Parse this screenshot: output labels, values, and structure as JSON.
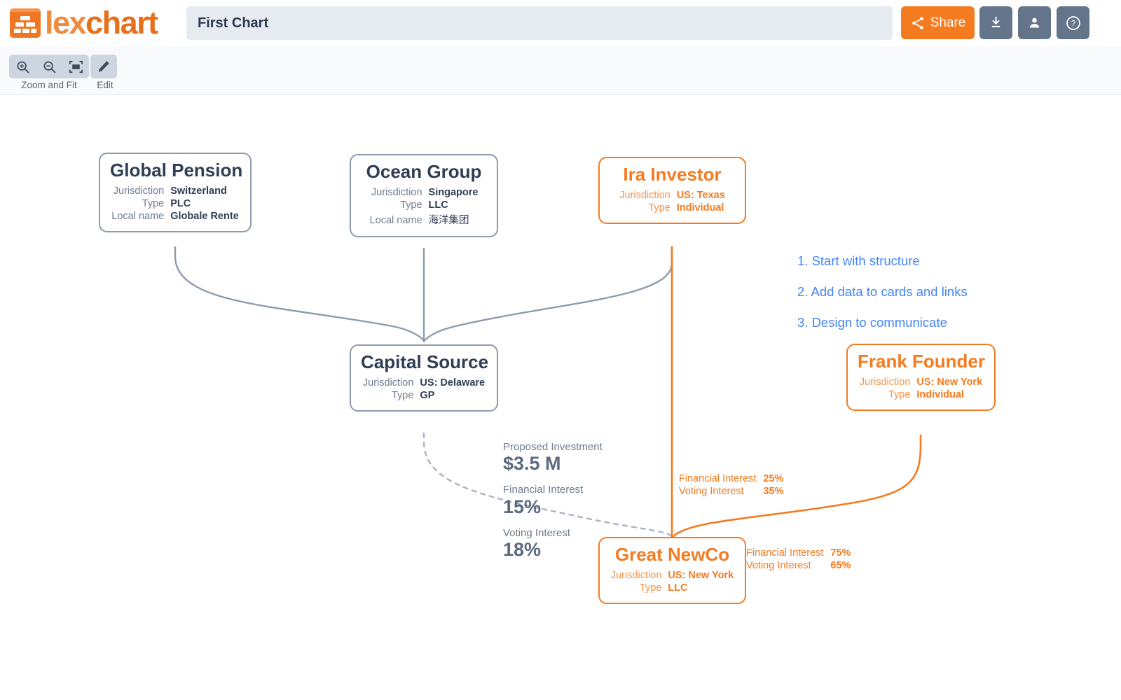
{
  "app": {
    "logo_text_part1": "lex",
    "logo_text_part2": "chart",
    "logo_icon": "lexchart-brick-logo-icon"
  },
  "header": {
    "chart_title_value": "First Chart",
    "chart_title_placeholder": "Chart name",
    "share_label": "Share",
    "share_icon": "share-nodes-icon",
    "download_icon": "download-icon",
    "account_icon": "user-person-icon",
    "help_icon": "question-circle-icon",
    "share_color": "#f47b20",
    "button_color": "#64748b"
  },
  "toolbar": {
    "zoom_in_icon": "magnifier-plus-icon",
    "zoom_out_icon": "magnifier-minus-icon",
    "fit_icon": "fit-to-screen-icon",
    "edit_icon": "pencil-edit-icon",
    "zoom_and_fit_label": "Zoom and Fit",
    "edit_label": "Edit"
  },
  "steps": [
    "1. Start with structure",
    "2. Add data to cards and links",
    "3. Design to communicate"
  ],
  "chart_data": {
    "type": "diagram",
    "title": "First Chart",
    "subtype": "corporate-ownership-structure-chart",
    "colors": {
      "neutral": "#8f9bac",
      "neutral_text": "#2f3e52",
      "accent": "#f47b20",
      "steps": "#4285f4"
    },
    "nodes": [
      {
        "id": "global-pension",
        "name": "Global Pension",
        "color": "neutral",
        "fields": [
          {
            "label": "Jurisdiction",
            "value": "Switzerland"
          },
          {
            "label": "Type",
            "value": "PLC"
          },
          {
            "label": "Local name",
            "value": "Globale Rente"
          }
        ]
      },
      {
        "id": "ocean-group",
        "name": "Ocean Group",
        "color": "neutral",
        "fields": [
          {
            "label": "Jurisdiction",
            "value": "Singapore"
          },
          {
            "label": "Type",
            "value": "LLC"
          },
          {
            "label": "Local name",
            "value": "海洋集团"
          }
        ]
      },
      {
        "id": "ira-investor",
        "name": "Ira Investor",
        "color": "accent",
        "fields": [
          {
            "label": "Jurisdiction",
            "value": "US: Texas"
          },
          {
            "label": "Type",
            "value": "Individual"
          }
        ]
      },
      {
        "id": "capital-source",
        "name": "Capital Source",
        "color": "neutral",
        "fields": [
          {
            "label": "Jurisdiction",
            "value": "US: Delaware"
          },
          {
            "label": "Type",
            "value": "GP"
          }
        ]
      },
      {
        "id": "frank-founder",
        "name": "Frank Founder",
        "color": "accent",
        "fields": [
          {
            "label": "Jurisdiction",
            "value": "US: New York"
          },
          {
            "label": "Type",
            "value": "Individual"
          }
        ]
      },
      {
        "id": "great-newco",
        "name": "Great NewCo",
        "color": "accent",
        "fields": [
          {
            "label": "Jurisdiction",
            "value": "US: New York"
          },
          {
            "label": "Type",
            "value": "LLC"
          }
        ]
      }
    ],
    "node_annotations": [
      {
        "for_node": "capital-source",
        "color": "neutral",
        "items": [
          {
            "label": "Proposed Investment",
            "value": "$3.5 M"
          },
          {
            "label": "Financial Interest",
            "value": "15%"
          },
          {
            "label": "Voting Interest",
            "value": "18%"
          }
        ]
      }
    ],
    "edges": [
      {
        "from": "global-pension",
        "to": "capital-source",
        "style": "solid",
        "color": "neutral",
        "labels": []
      },
      {
        "from": "ocean-group",
        "to": "capital-source",
        "style": "solid",
        "color": "neutral",
        "labels": []
      },
      {
        "from": "ira-investor",
        "to": "capital-source",
        "style": "solid",
        "color": "neutral",
        "labels": []
      },
      {
        "from": "ira-investor",
        "to": "great-newco",
        "style": "solid",
        "color": "accent",
        "labels": [
          {
            "label": "Financial Interest",
            "value": "25%"
          },
          {
            "label": "Voting Interest",
            "value": "35%"
          }
        ]
      },
      {
        "from": "capital-source",
        "to": "great-newco",
        "style": "dashed",
        "color": "neutral",
        "labels": []
      },
      {
        "from": "frank-founder",
        "to": "great-newco",
        "style": "solid",
        "color": "accent",
        "labels": [
          {
            "label": "Financial Interest",
            "value": "75%"
          },
          {
            "label": "Voting Interest",
            "value": "65%"
          }
        ]
      }
    ]
  }
}
